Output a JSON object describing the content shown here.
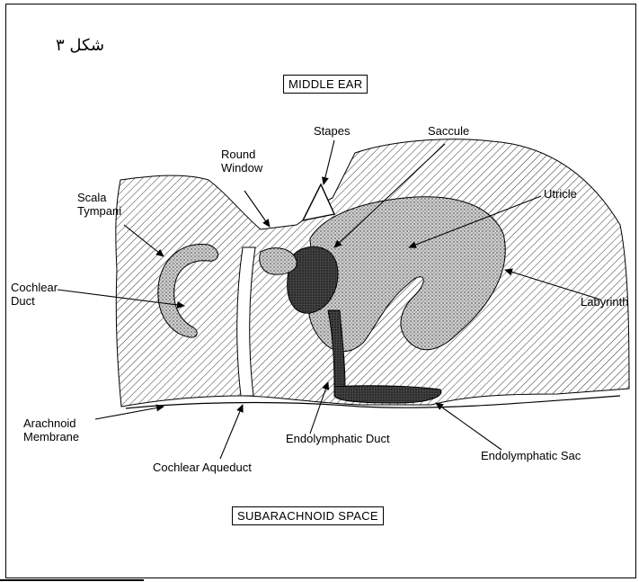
{
  "figure_caption": "شکل ۳",
  "regions": {
    "middle_ear": "MIDDLE EAR",
    "subarachnoid_space": "SUBARACHNOID SPACE"
  },
  "labels": {
    "stapes": "Stapes",
    "saccule": "Saccule",
    "round_window": [
      "Round",
      "Window"
    ],
    "utricle": "Utricle",
    "scala_tympani": [
      "Scala",
      "Tympani"
    ],
    "cochlear_duct": [
      "Cochlear",
      "Duct"
    ],
    "labyrinth": "Labyrinth",
    "arachnoid_membrane": [
      "Arachnoid",
      "Membrane"
    ],
    "endolymphatic_duct": "Endolymphatic Duct",
    "cochlear_aqueduct": "Cochlear Aqueduct",
    "endolymphatic_sac": "Endolymphatic Sac"
  }
}
